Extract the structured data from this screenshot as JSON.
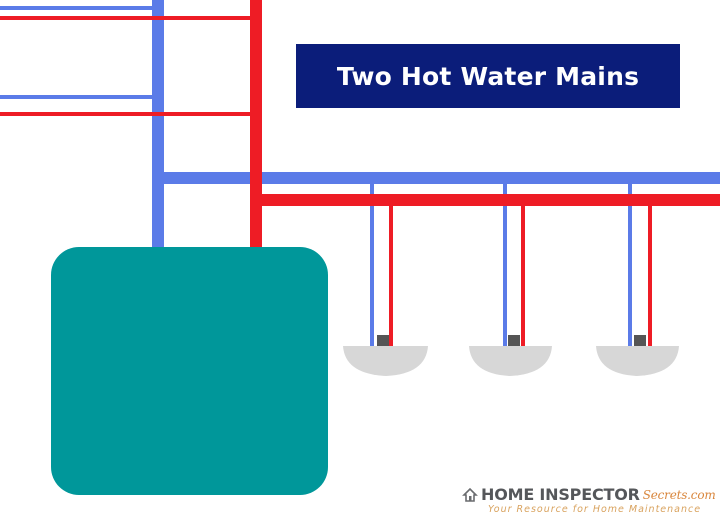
{
  "diagram": {
    "title": "Two Hot Water Mains",
    "colors": {
      "hot_pipe": "#ee1c25",
      "cold_pipe": "#5b7be8",
      "water_heater": "#00979a",
      "title_background": "#0b1d7a",
      "title_text": "#ffffff",
      "sink": "#d7d7d7",
      "faucet": "#555555"
    },
    "sink_count": 3
  },
  "watermark": {
    "brand_name": "HOME INSPECTOR",
    "brand_script": "Secrets.com",
    "tagline": "Your Resource for Home Maintenance",
    "logo_icon": "house-icon"
  }
}
